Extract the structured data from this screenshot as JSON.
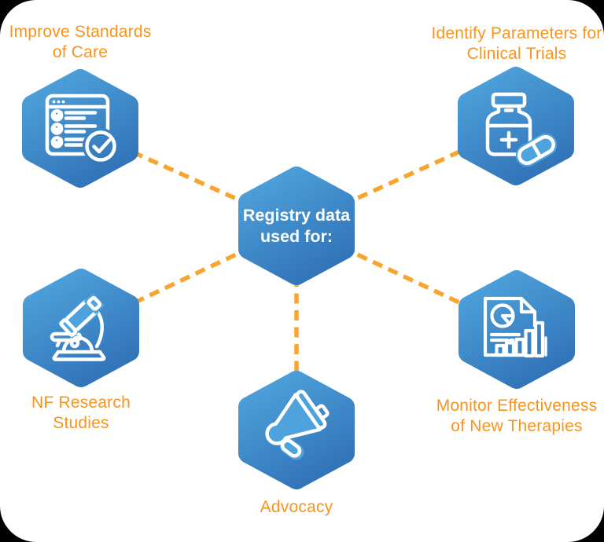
{
  "diagram_title": "Registry data used for:",
  "center": {
    "line1": "Registry data",
    "line2": "used for:"
  },
  "nodes": [
    {
      "id": "improve-standards-of-care",
      "line1": "Improve Standards",
      "line2": "of Care",
      "icon": "checklist-check-icon"
    },
    {
      "id": "identify-parameters-clinical-trials",
      "line1": "Identify Parameters for",
      "line2": "Clinical Trials",
      "icon": "medicine-bottle-pill-icon"
    },
    {
      "id": "nf-research-studies",
      "line1": "NF Research",
      "line2": "Studies",
      "icon": "microscope-icon"
    },
    {
      "id": "advocacy",
      "line1": "Advocacy",
      "line2": "",
      "icon": "megaphone-icon"
    },
    {
      "id": "monitor-effectiveness-new-therapies",
      "line1": "Monitor Effectiveness",
      "line2": "of New Therapies",
      "icon": "report-charts-icon"
    }
  ],
  "colors": {
    "hexagon_gradient_start": "#4EA3DC",
    "hexagon_gradient_end": "#2F6FB5",
    "label_orange": "#F7941E",
    "connector_orange": "#F7A52F",
    "icon_stroke": "#FFFFFF",
    "card_background": "#FFFFFF"
  }
}
